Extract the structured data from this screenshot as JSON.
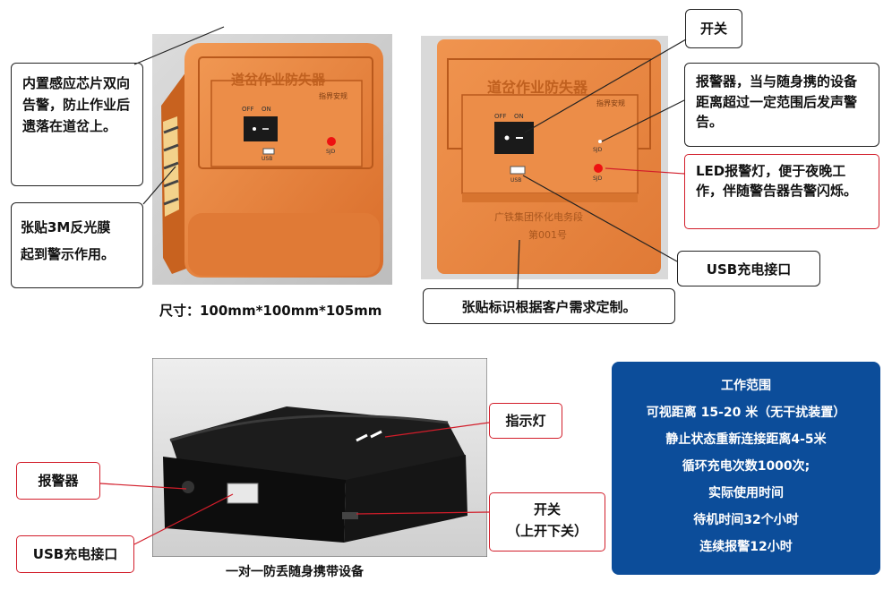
{
  "top_left_panel": {
    "device_title": "道岔作业防失器",
    "device_brand": "指界安规",
    "switch_off": "OFF",
    "switch_on": "ON",
    "usb_label": "USB",
    "led_label": "SJD",
    "callout_chip": "内置感应芯片双向告警，防止作业后遗落在道岔上。",
    "callout_reflective_1": "张贴3M反光膜",
    "callout_reflective_2": "起到警示作用。",
    "size_caption": "尺寸：100mm*100mm*105mm"
  },
  "top_right_panel": {
    "device_title": "道岔作业防失器",
    "device_brand": "指界安规",
    "switch_off": "OFF",
    "switch_on": "ON",
    "usb_label": "USB",
    "alarm_label": "SJD",
    "led_label": "SJD",
    "org_line": "广铁集团怀化电务段",
    "serial_line": "第001号",
    "callout_switch": "开关",
    "callout_alarm": "报警器，当与随身携的设备距离超过一定范围后发声警告。",
    "callout_led": "LED报警灯，便于夜晚工作，伴随警告器告警闪烁。",
    "callout_usb": "USB充电接口",
    "custom_caption": "张贴标识根据客户需求定制。"
  },
  "bottom_panel": {
    "callout_indicator": "指示灯",
    "callout_alarm": "报警器",
    "callout_usb": "USB充电接口",
    "callout_switch_1": "开关",
    "callout_switch_2": "（上开下关）",
    "caption": "一对一防丢随身携带设备"
  },
  "spec_box": {
    "heading_range": "工作范围",
    "line_visual": "可视距离 15-20 米（无干扰装置）",
    "line_reconnect": "静止状态重新连接距离4-5米",
    "line_cycles": "循环充电次数1000次;",
    "heading_usage": "实际使用时间",
    "line_standby": "待机时间32个小时",
    "line_alarm": "连续报警12小时"
  },
  "colors": {
    "orange": "#e6823f",
    "spec_blue": "#0c4d9a",
    "callout_red": "#d21d2a"
  }
}
